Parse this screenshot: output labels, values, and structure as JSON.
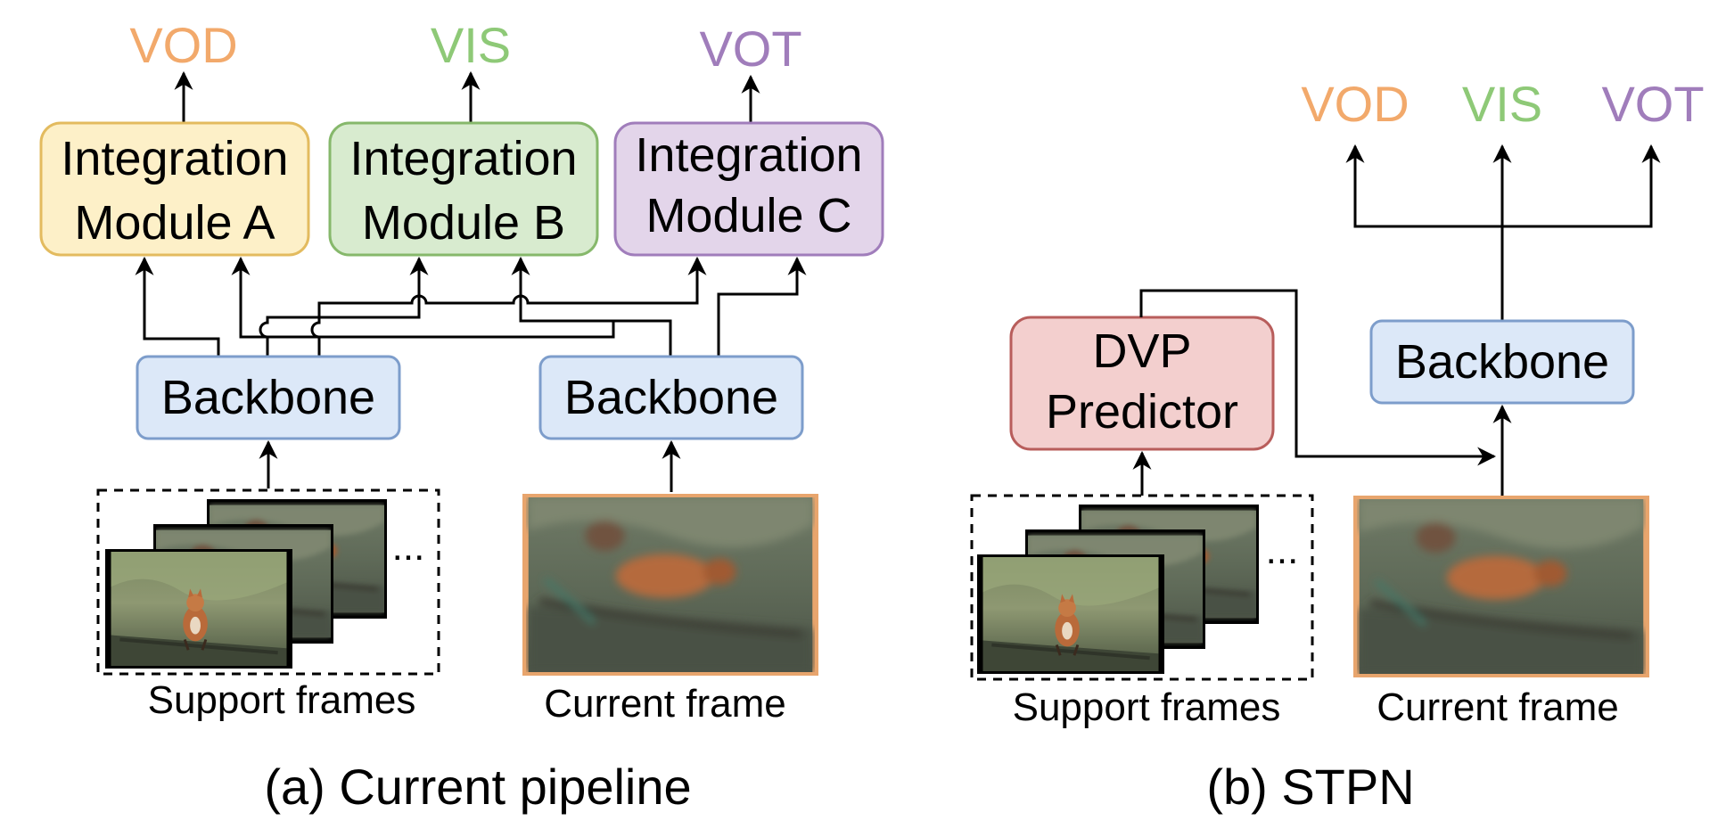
{
  "colors": {
    "vod": "#f2a96b",
    "vis": "#8ec977",
    "vot": "#a07dbb",
    "module_a_fill": "#fdf0c8",
    "module_a_stroke": "#e3bb5f",
    "module_b_fill": "#d8ebcf",
    "module_b_stroke": "#86b86b",
    "module_c_fill": "#e3d5ea",
    "module_c_stroke": "#a07dbb",
    "backbone_fill": "#dce8f8",
    "backbone_stroke": "#7d9dcb",
    "dvp_fill": "#f3cfce",
    "dvp_stroke": "#b85d5b",
    "frame_border": "#e8a56d"
  },
  "panel_a": {
    "caption": "(a) Current pipeline",
    "outputs": {
      "vod": "VOD",
      "vis": "VIS",
      "vot": "VOT"
    },
    "module_a": {
      "line1": "Integration",
      "line2": "Module A"
    },
    "module_b": {
      "line1": "Integration",
      "line2": "Module B"
    },
    "module_c": {
      "line1": "Integration",
      "line2": "Module C"
    },
    "backbone_left": "Backbone",
    "backbone_right": "Backbone",
    "support_frames_label": "Support frames",
    "current_frame_label": "Current frame",
    "ellipsis": "..."
  },
  "panel_b": {
    "caption": "(b) STPN",
    "outputs": {
      "vod": "VOD",
      "vis": "VIS",
      "vot": "VOT"
    },
    "dvp": {
      "line1": "DVP",
      "line2": "Predictor"
    },
    "backbone": "Backbone",
    "support_frames_label": "Support frames",
    "current_frame_label": "Current frame",
    "ellipsis": "..."
  }
}
